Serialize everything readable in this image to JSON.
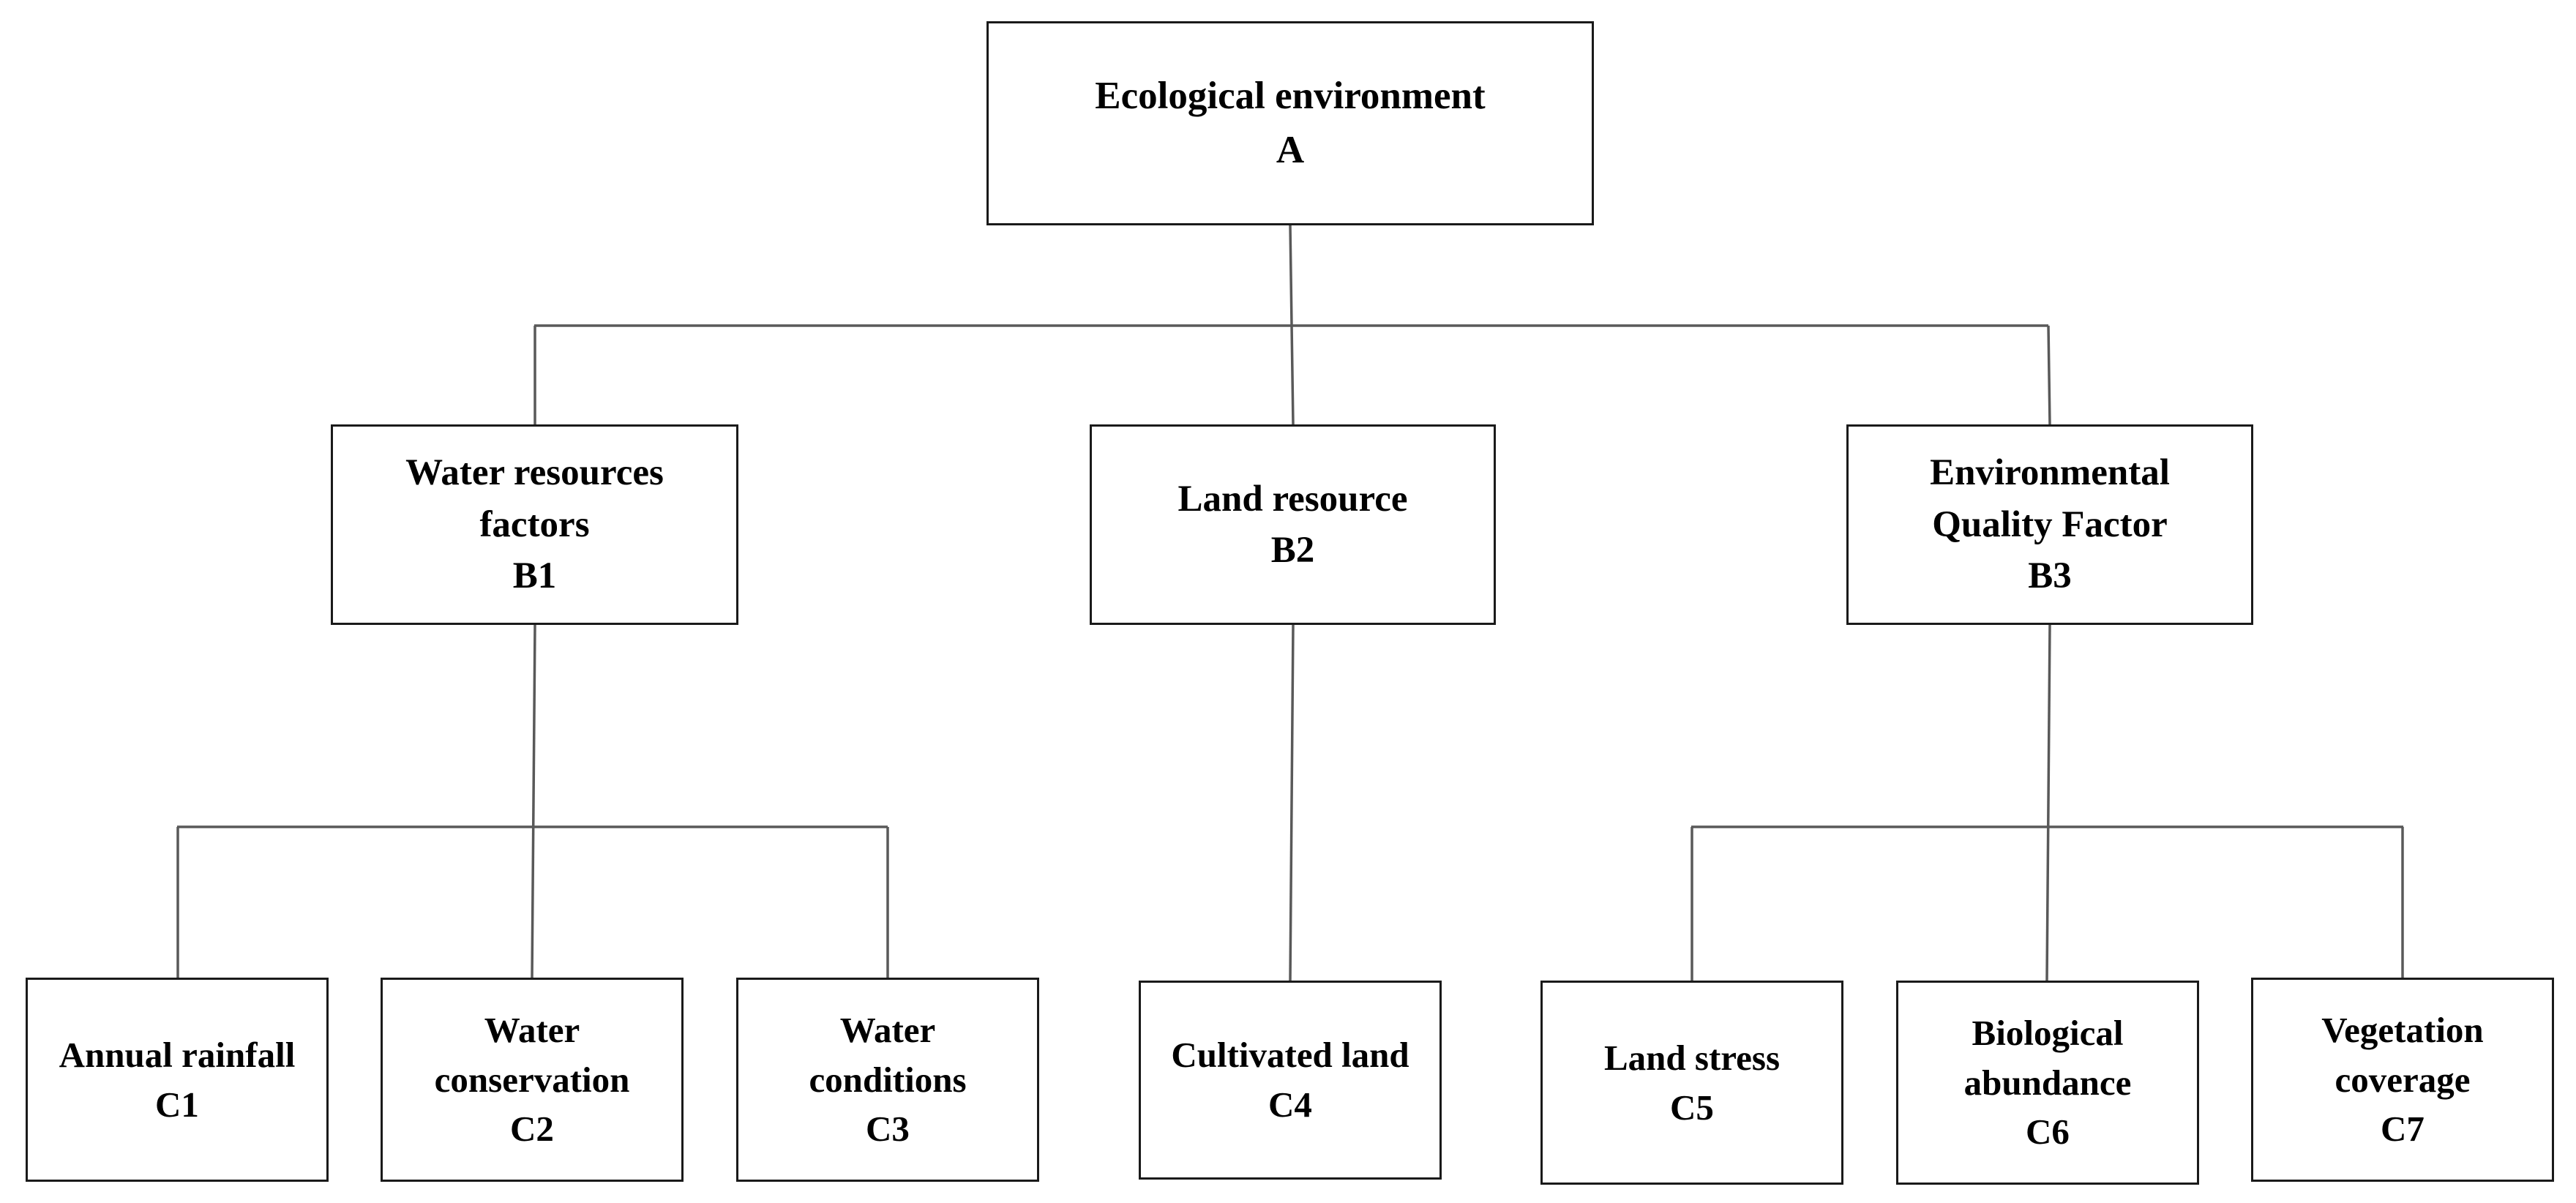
{
  "diagram": {
    "root": {
      "id": "A",
      "label": "Ecological environment",
      "code": "A"
    },
    "criteria": [
      {
        "id": "B1",
        "label_lines": [
          "Water resources",
          "factors"
        ],
        "code": "B1",
        "children": [
          {
            "id": "C1",
            "label_lines": [
              "Annual rainfall"
            ],
            "code": "C1"
          },
          {
            "id": "C2",
            "label_lines": [
              "Water",
              "conservation"
            ],
            "code": "C2"
          },
          {
            "id": "C3",
            "label_lines": [
              "Water",
              "conditions"
            ],
            "code": "C3"
          }
        ]
      },
      {
        "id": "B2",
        "label_lines": [
          "Land resource"
        ],
        "code": "B2",
        "children": [
          {
            "id": "C4",
            "label_lines": [
              "Cultivated land"
            ],
            "code": "C4"
          }
        ]
      },
      {
        "id": "B3",
        "label_lines": [
          "Environmental",
          "Quality Factor"
        ],
        "code": "B3",
        "children": [
          {
            "id": "C5",
            "label_lines": [
              "Land stress"
            ],
            "code": "C5"
          },
          {
            "id": "C6",
            "label_lines": [
              "Biological",
              "abundance"
            ],
            "code": "C6"
          },
          {
            "id": "C7",
            "label_lines": [
              "Vegetation",
              "coverage"
            ],
            "code": "C7"
          }
        ]
      }
    ],
    "colors": {
      "connector": "#595959",
      "box_border": "#1a1a1a",
      "text": "#000000",
      "background": "#ffffff"
    }
  }
}
